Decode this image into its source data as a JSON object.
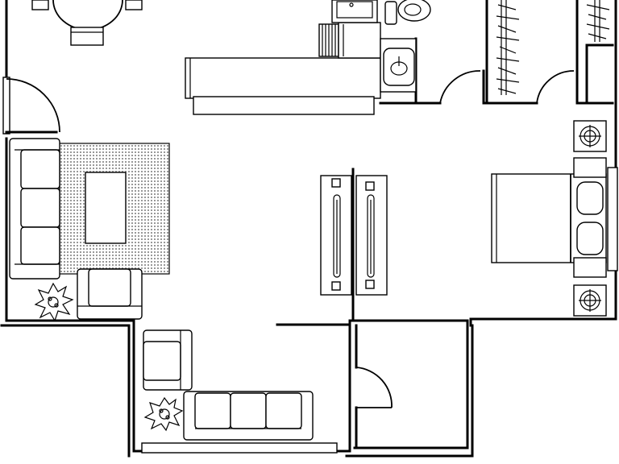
{
  "plan": {
    "labels": [],
    "colors": {
      "line": "#000000",
      "background": "#ffffff"
    },
    "furniture": [
      "dining-table",
      "dining-chair",
      "kitchen-counter",
      "bar-counter",
      "dish-rack",
      "kitchen-sink",
      "toilet",
      "bathroom-sink",
      "closet-rail",
      "bed",
      "nightstand-lamp",
      "pillow",
      "sofa",
      "coffee-table",
      "area-rug",
      "armchair",
      "potted-plant",
      "loveseat",
      "sliding-door-panel",
      "entry-door",
      "bedroom-door",
      "closet-door",
      "bathroom-door"
    ]
  }
}
